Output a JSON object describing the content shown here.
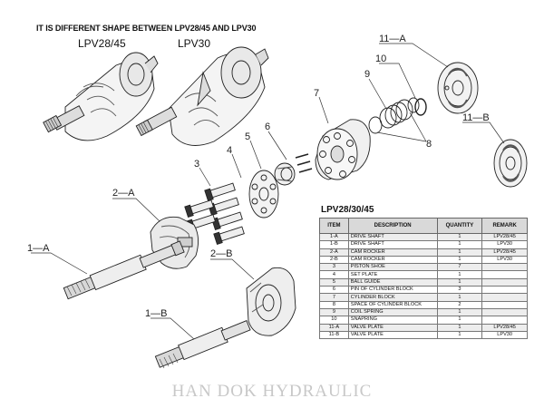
{
  "header": "IT IS DIFFERENT SHAPE BETWEEN LPV28/45 AND LPV30",
  "models": {
    "left": "LPV28/45",
    "right": "LPV30"
  },
  "callouts": {
    "c1A": "1—A",
    "c1B": "1—B",
    "c2A": "2—A",
    "c2B": "2—B",
    "c3": "3",
    "c4": "4",
    "c5": "5",
    "c6": "6",
    "c7": "7",
    "c8": "8",
    "c9": "9",
    "c10": "10",
    "c11A": "11—A",
    "c11B": "11—B"
  },
  "table": {
    "title": "LPV28/30/45",
    "headers": [
      "ITEM",
      "DESCRIPTION",
      "QUANTITY",
      "REMARK"
    ],
    "rows": [
      {
        "item": "1-A",
        "description": "DRIVE SHAFT",
        "quantity": "1",
        "remark": "LPV28/45"
      },
      {
        "item": "1-B",
        "description": "DRIVE SHAFT",
        "quantity": "1",
        "remark": "LPV30"
      },
      {
        "item": "2-A",
        "description": "CAM ROCKER",
        "quantity": "1",
        "remark": "LPV28/45"
      },
      {
        "item": "2-B",
        "description": "CAM ROCKER",
        "quantity": "1",
        "remark": "LPV30"
      },
      {
        "item": "3",
        "description": "PISTON SHOE",
        "quantity": "7",
        "remark": ""
      },
      {
        "item": "4",
        "description": "SET PLATE",
        "quantity": "1",
        "remark": ""
      },
      {
        "item": "5",
        "description": "BALL GUIDE",
        "quantity": "1",
        "remark": ""
      },
      {
        "item": "6",
        "description": "PIN OF CYLINDER BLOCK",
        "quantity": "3",
        "remark": ""
      },
      {
        "item": "7",
        "description": "CYLINDER BLOCK",
        "quantity": "1",
        "remark": ""
      },
      {
        "item": "8",
        "description": "SPACE OF CYLINDER BLOCK",
        "quantity": "2",
        "remark": ""
      },
      {
        "item": "9",
        "description": "COIL SPRING",
        "quantity": "1",
        "remark": ""
      },
      {
        "item": "10",
        "description": "SNAPRING",
        "quantity": "1",
        "remark": ""
      },
      {
        "item": "11-A",
        "description": "VALVE PLATE",
        "quantity": "1",
        "remark": "LPV28/45"
      },
      {
        "item": "11-B",
        "description": "VALVE PLATE",
        "quantity": "1",
        "remark": "LPV30"
      }
    ]
  },
  "watermark": "HAN DOK HYDRAULIC"
}
